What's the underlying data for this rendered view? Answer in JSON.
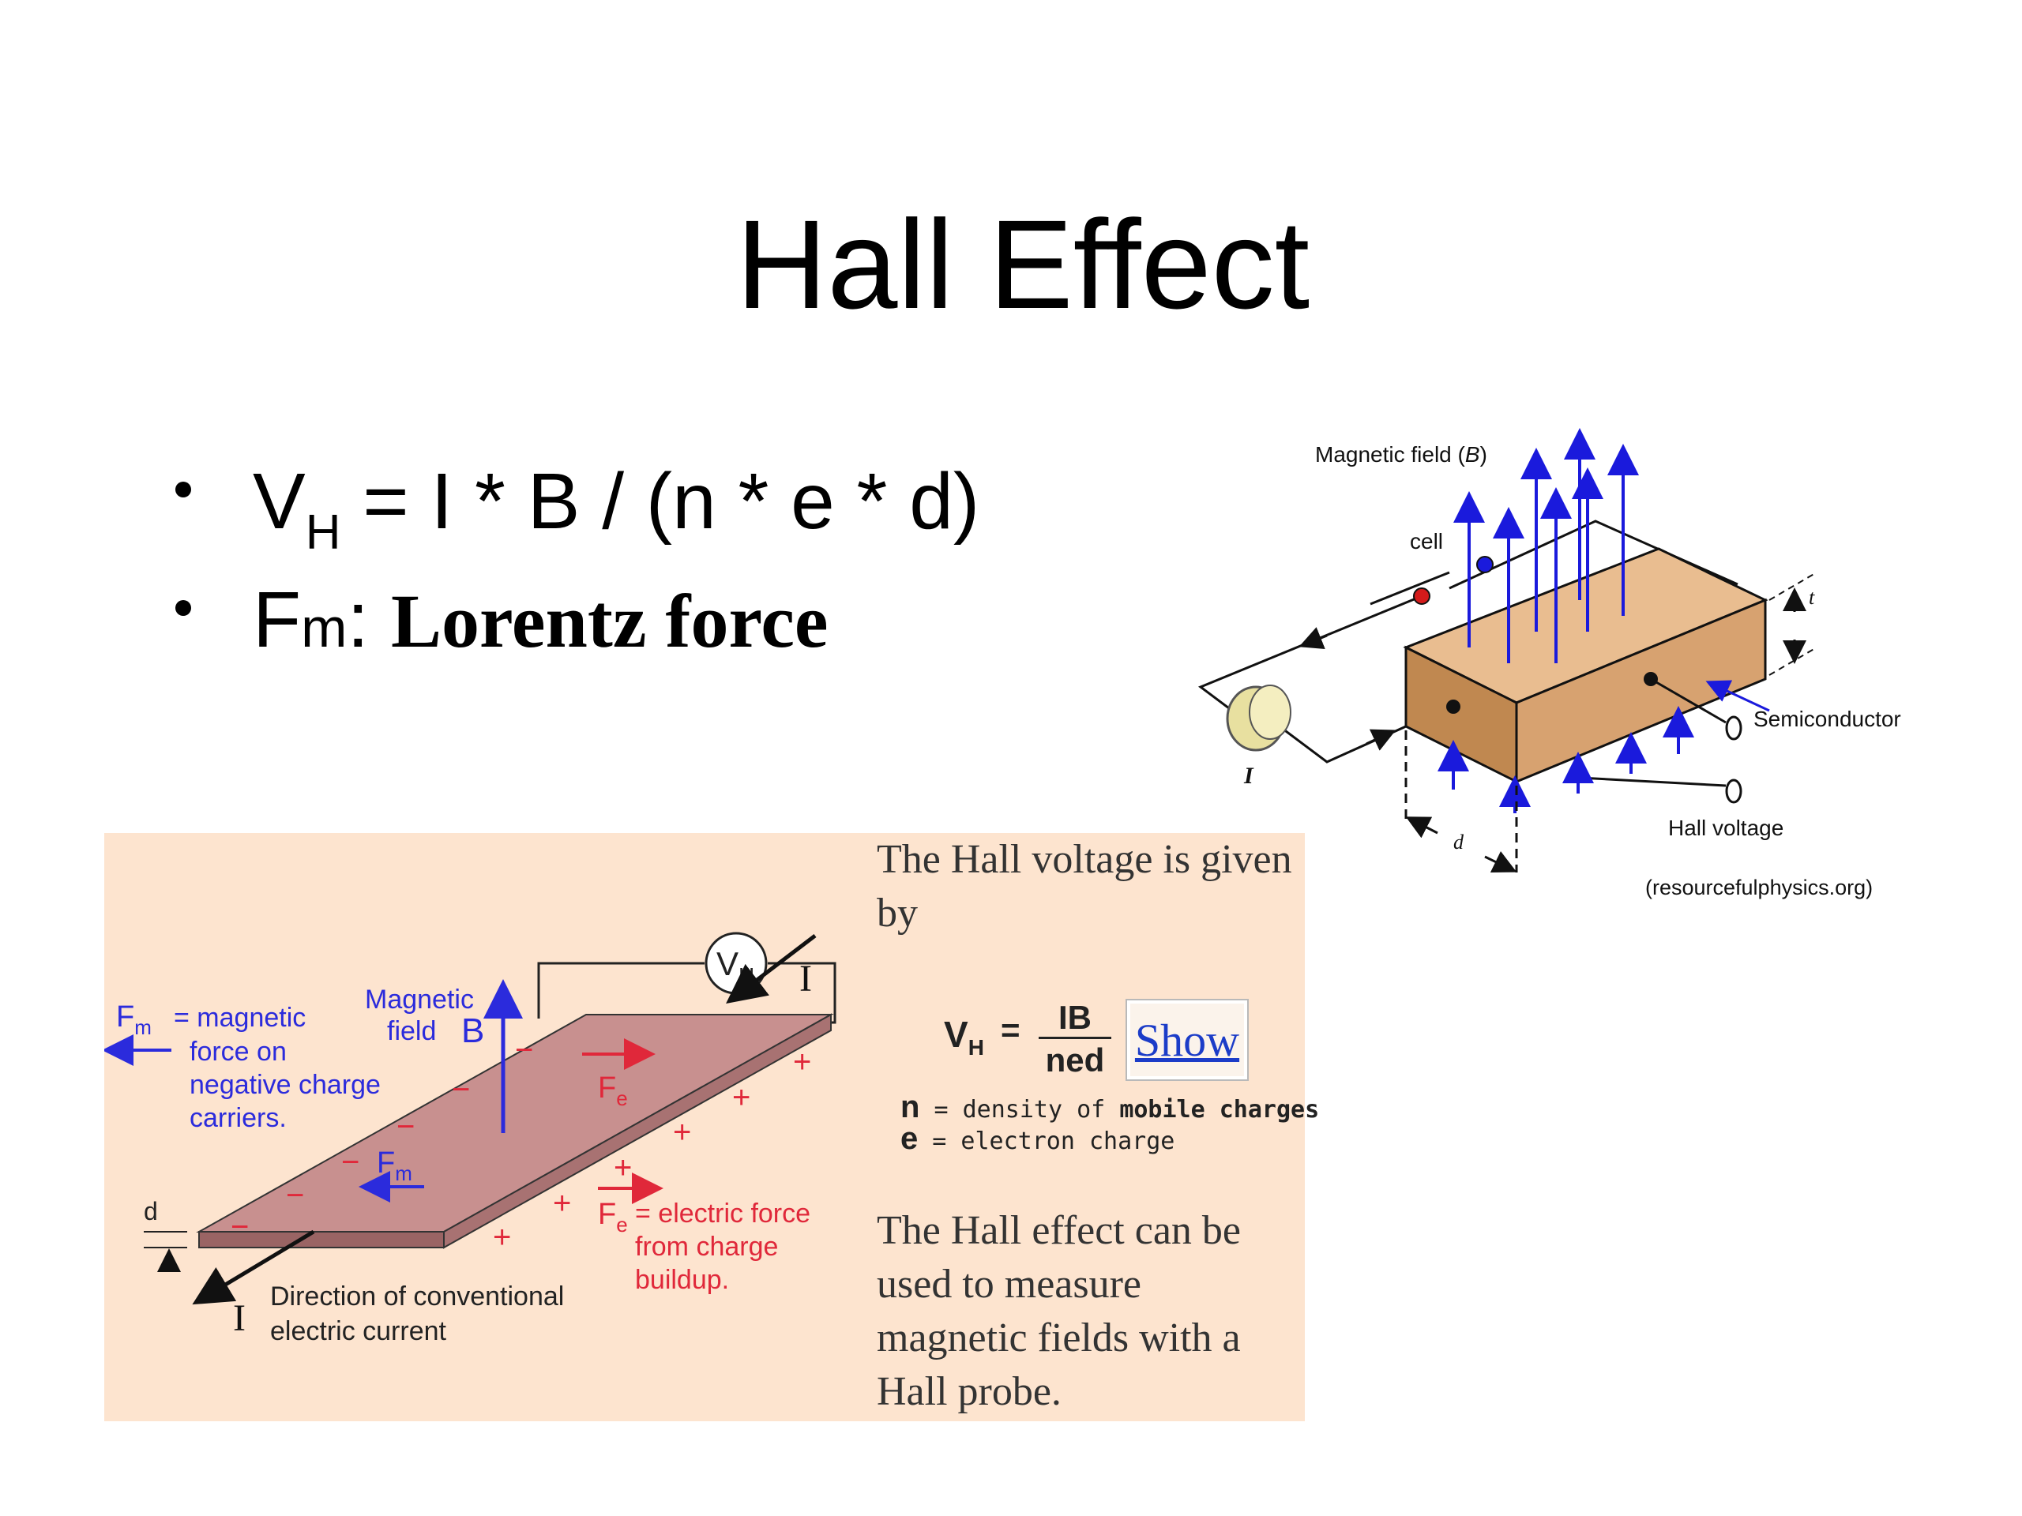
{
  "slide": {
    "title": "Hall Effect"
  },
  "bullets": [
    {
      "v": "V",
      "sub": "H",
      "formula": " = I * B / (n * e * d)"
    },
    {
      "f": "F",
      "sub": "m",
      "sep": ": ",
      "term": "Lorentz force"
    }
  ],
  "hyperphysics": {
    "intro": [
      "The Hall voltage is given",
      "by"
    ],
    "equation": {
      "lhs": "V",
      "lhs_sub": "H",
      "eq": "=",
      "numerator": "IB",
      "denominator": "ned"
    },
    "show_button": "Show",
    "defs": [
      {
        "sym": "n",
        "pre": " = density of ",
        "bold": "mobile charges"
      },
      {
        "sym": "e",
        "pre": " = electron charge",
        "bold": ""
      }
    ],
    "closing": [
      "The Hall effect can be",
      "used to measure",
      "magnetic fields with a",
      "Hall probe."
    ],
    "diagram": {
      "fm_sym": "F",
      "fm_sub": "m",
      "fm_desc": [
        "= magnetic",
        "force on",
        "negative charge",
        "carriers."
      ],
      "mag_label": [
        "Magnetic",
        "field"
      ],
      "b": "B",
      "vh": "V",
      "vh_sub": "H",
      "current": "I",
      "fe_sym": "F",
      "fe_sub": "e",
      "fe_desc": [
        "= electric force",
        "from charge",
        "buildup."
      ],
      "d_label": "d",
      "current_desc": [
        "Direction of conventional",
        "electric current"
      ],
      "minus": "−",
      "plus": "+"
    }
  },
  "resourceful": {
    "magnetic_field": "Magnetic field (",
    "b": "B",
    "close": ")",
    "cell": "cell",
    "t": "t",
    "semiconductor": "Semiconductor",
    "i": "I",
    "d": "d",
    "hall_voltage": "Hall voltage",
    "source": "(resourcefulphysics.org)"
  },
  "colors": {
    "panel_bg": "#fde4cf",
    "plate_top": "#c8908f",
    "blue": "#2b2bdc",
    "red": "#e0283a",
    "link": "#1b3cc8",
    "block_top": "#e9bd90",
    "block_side": "#c08850"
  }
}
